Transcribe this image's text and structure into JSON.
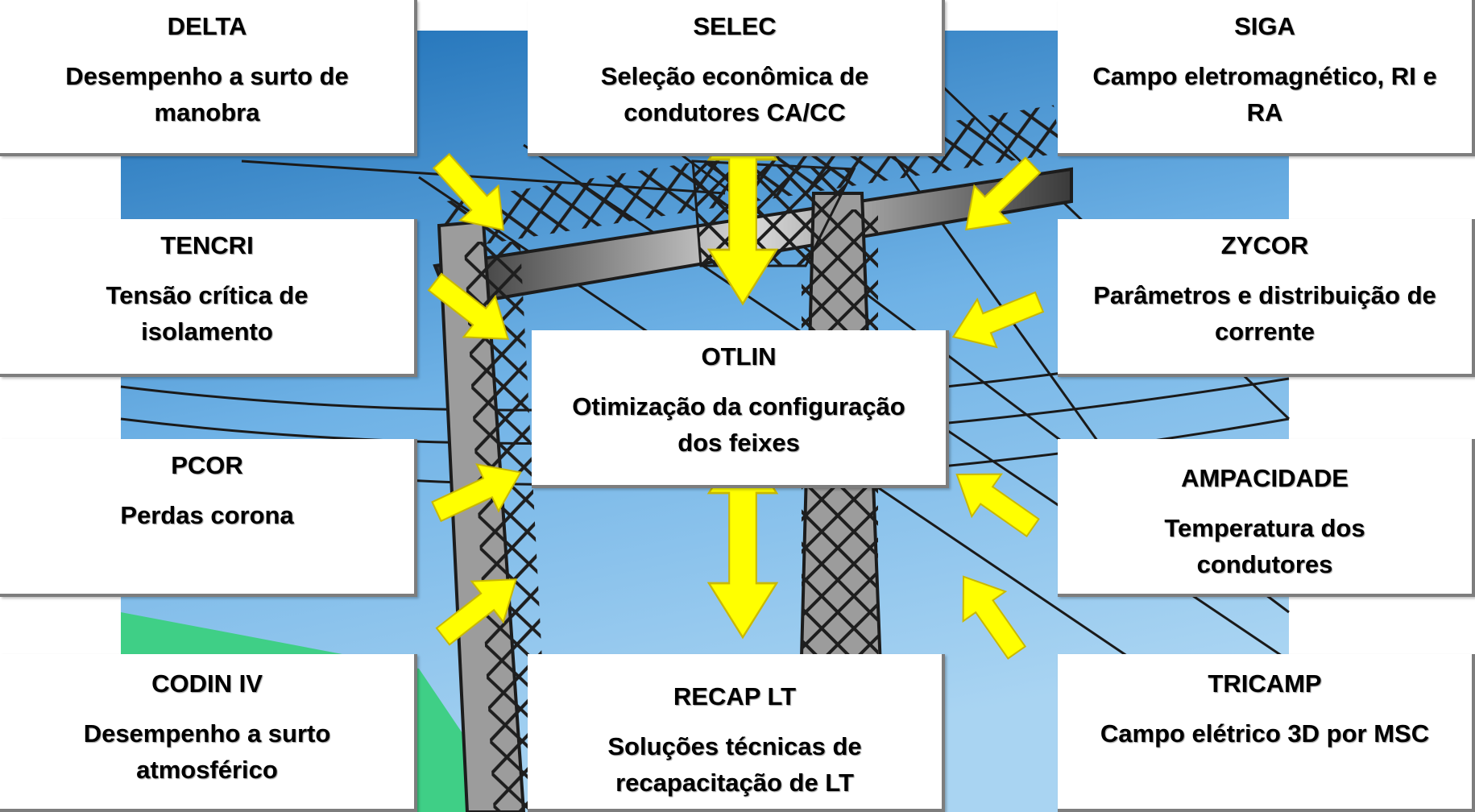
{
  "colors": {
    "sky_top": "#1d6fb6",
    "sky_mid": "#6fb2e6",
    "sky_low": "#a9d4f2",
    "ground": "#3fcf86",
    "arrow_fill": "#ffff00",
    "arrow_stroke": "#c9b800",
    "box_bg": "#ffffff",
    "box_shadow": "#7d7d7d"
  },
  "center": {
    "title": "OTLIN",
    "desc": "Otimização da configuração dos feixes"
  },
  "boxes": {
    "delta": {
      "title": "DELTA",
      "desc": "Desempenho a surto de manobra"
    },
    "selec": {
      "title": "SELEC",
      "desc": "Seleção econômica de condutores CA/CC"
    },
    "siga": {
      "title": "SIGA",
      "desc": "Campo eletromagnético, RI e RA"
    },
    "tencri": {
      "title": "TENCRI",
      "desc": "Tensão crítica de isolamento"
    },
    "zycor": {
      "title": "ZYCOR",
      "desc": "Parâmetros e distribuição de corrente"
    },
    "pcor": {
      "title": "PCOR",
      "desc": "Perdas corona"
    },
    "ampacidade": {
      "title": "AMPACIDADE",
      "desc": "Temperatura dos condutores"
    },
    "codin": {
      "title": "CODIN IV",
      "desc": "Desempenho a surto atmosférico"
    },
    "recap": {
      "title": "RECAP LT",
      "desc": "Soluções técnicas de recapacitação de LT"
    },
    "tricamp": {
      "title": "TRICAMP",
      "desc": "Campo elétrico 3D por MSC"
    }
  }
}
